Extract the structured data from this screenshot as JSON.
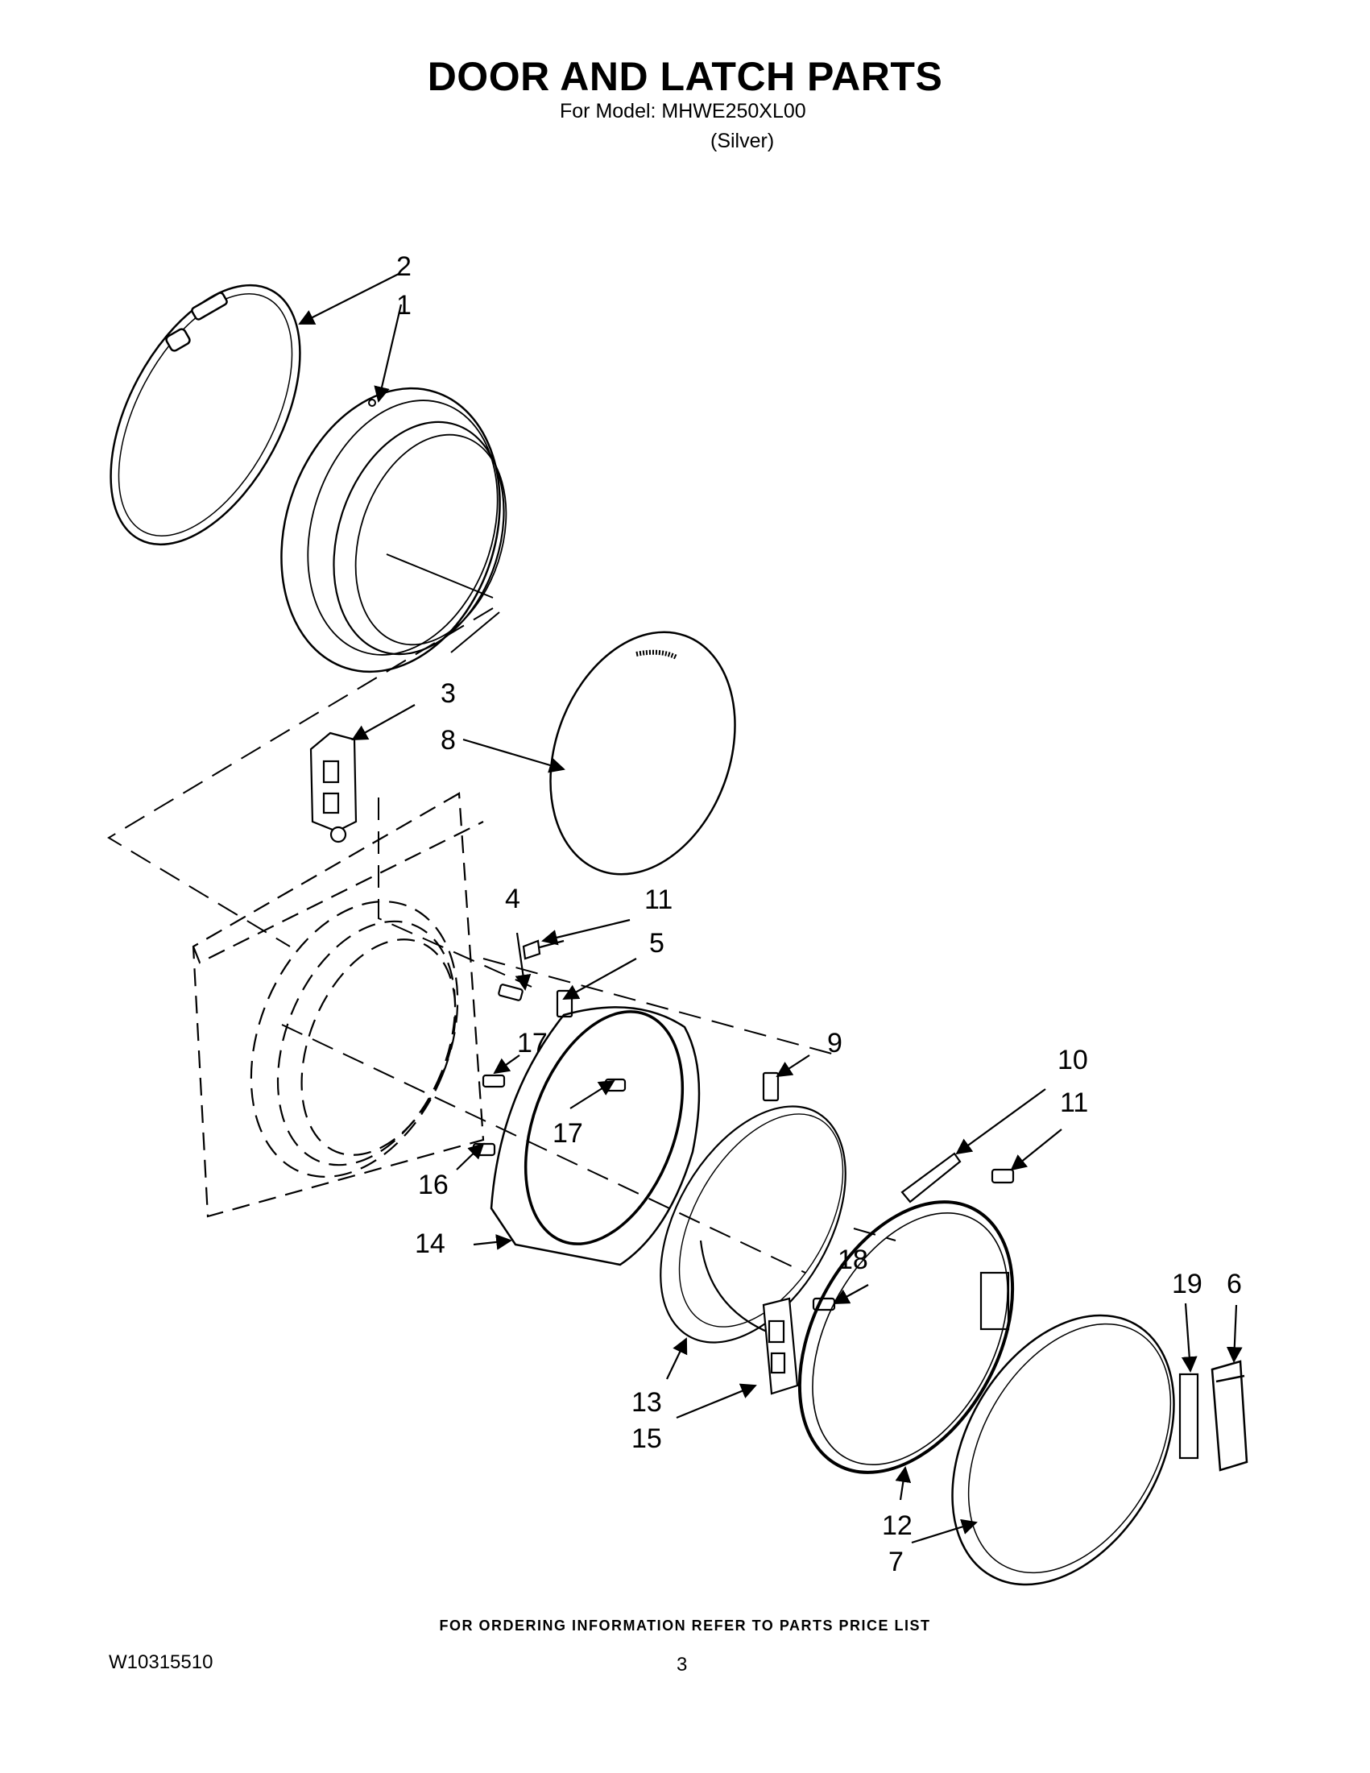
{
  "header": {
    "title": "DOOR AND LATCH PARTS",
    "model_line": "For Model: MHWE250XL00",
    "variant": "(Silver)"
  },
  "callouts": {
    "c1": "1",
    "c2": "2",
    "c3": "3",
    "c4": "4",
    "c5": "5",
    "c6": "6",
    "c7": "7",
    "c8": "8",
    "c9": "9",
    "c10": "10",
    "c11a": "11",
    "c11b": "11",
    "c12": "12",
    "c13": "13",
    "c14": "14",
    "c15": "15",
    "c16": "16",
    "c17a": "17",
    "c17b": "17",
    "c18": "18",
    "c19": "19"
  },
  "footer": {
    "ordering_note": "FOR ORDERING INFORMATION REFER TO PARTS PRICE LIST",
    "doc_number": "W10315510",
    "page_number": "3"
  }
}
